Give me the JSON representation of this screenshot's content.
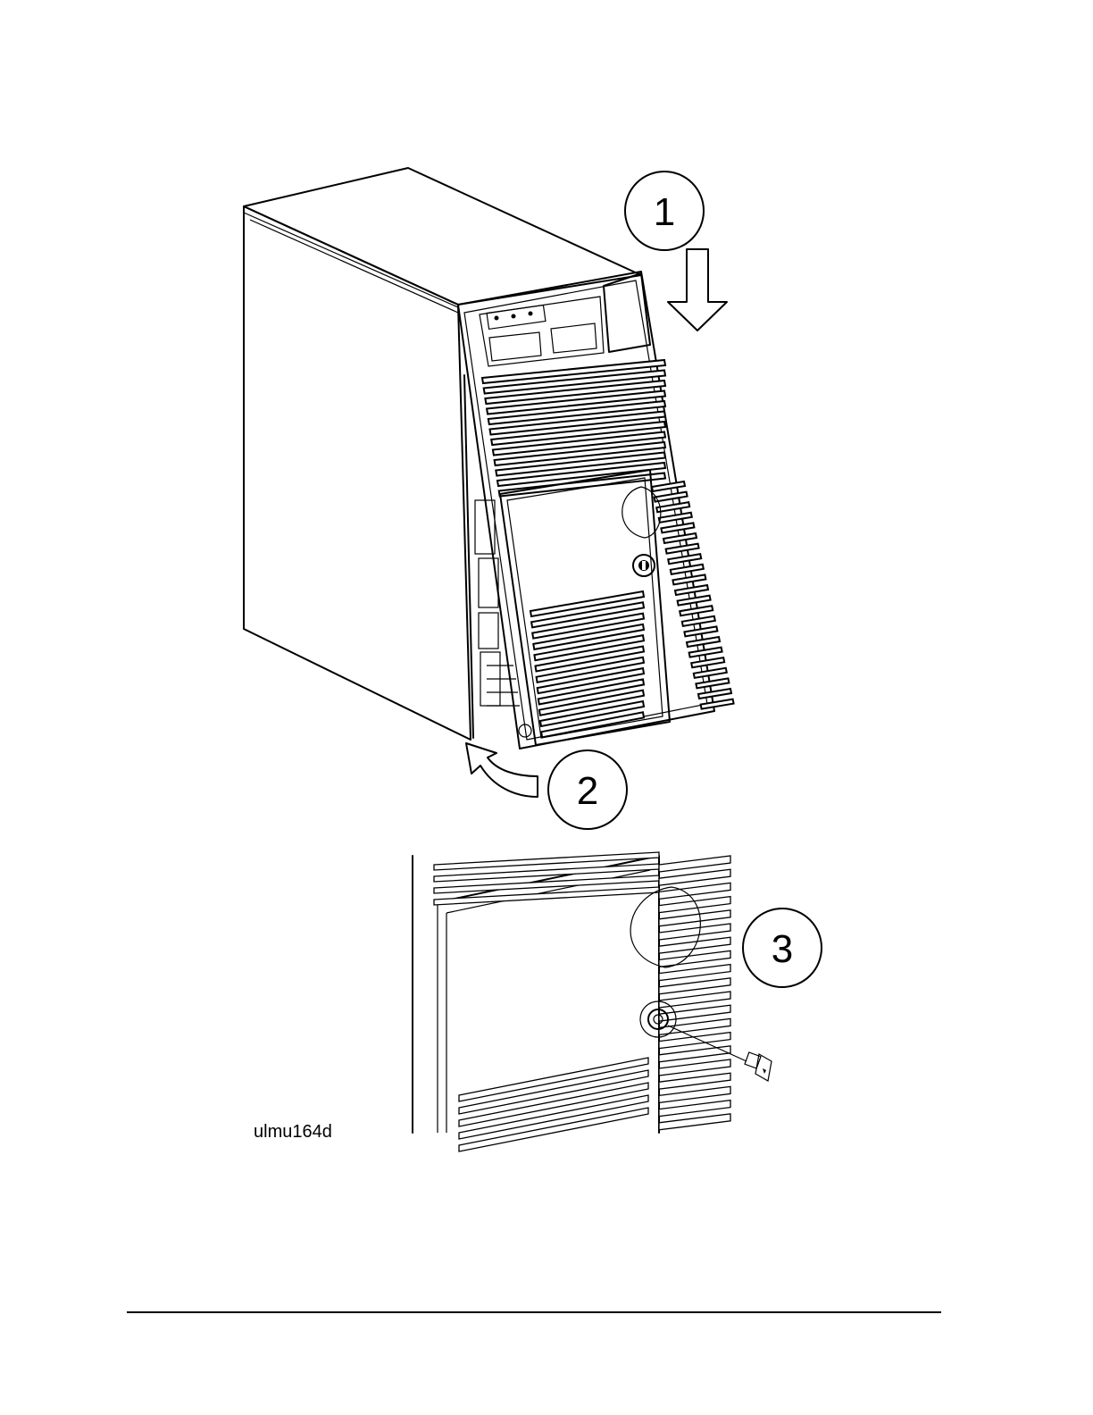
{
  "figure": {
    "id_label": "ulmu164d",
    "steps": [
      {
        "number": "1"
      },
      {
        "number": "2"
      },
      {
        "number": "3"
      }
    ]
  },
  "colors": {
    "ink": "#000000",
    "paper": "#ffffff"
  },
  "icons": [
    "down-arrow-icon",
    "curved-arrow-icon",
    "key-icon",
    "lock-icon"
  ]
}
